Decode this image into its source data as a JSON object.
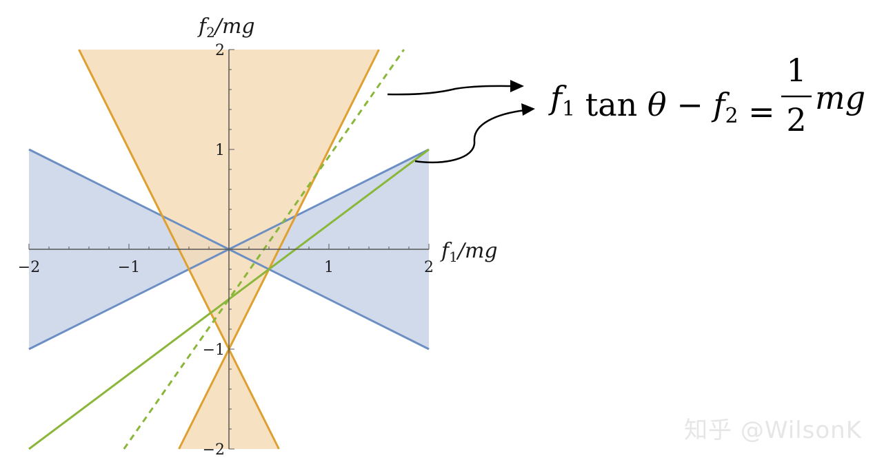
{
  "chart_data": {
    "type": "area",
    "xlim": [
      -2,
      2
    ],
    "ylim": [
      -2,
      2
    ],
    "xticks": [
      -2,
      -1,
      1,
      2
    ],
    "yticks": [
      -2,
      -1,
      1,
      2
    ],
    "xtick_labels": [
      "−2",
      "−1",
      "1",
      "2"
    ],
    "ytick_labels": [
      "−2",
      "−1",
      "1",
      "2"
    ],
    "xlabel": {
      "f": "f",
      "sub": "1",
      "rest": "/mg"
    },
    "ylabel": {
      "f": "f",
      "sub": "2",
      "rest": "/mg"
    },
    "regions": [
      {
        "id": "blue",
        "color": "#c9d4e8",
        "edge": "#6b8ec3",
        "polygons": [
          [
            [
              -2,
              1
            ],
            [
              0,
              0
            ],
            [
              -2,
              -1
            ]
          ],
          [
            [
              2,
              1
            ],
            [
              0,
              0
            ],
            [
              2,
              -1
            ]
          ]
        ]
      },
      {
        "id": "orange",
        "color": "#f5dcb8",
        "edge": "#e0a030",
        "polygons": [
          [
            [
              -1.5,
              2
            ],
            [
              1.5,
              2
            ],
            [
              0,
              -1
            ]
          ],
          [
            [
              -0.5,
              -2
            ],
            [
              0.5,
              -2
            ],
            [
              0,
              -1
            ]
          ]
        ]
      }
    ],
    "series": [
      {
        "id": "blue-edge-1",
        "color": "#6b8ec3",
        "style": "solid",
        "x": [
          -2,
          2
        ],
        "y": [
          1,
          -1
        ]
      },
      {
        "id": "blue-edge-2",
        "color": "#6b8ec3",
        "style": "solid",
        "x": [
          -2,
          2
        ],
        "y": [
          -1,
          1
        ]
      },
      {
        "id": "orange-edge-1",
        "color": "#e0a030",
        "style": "solid",
        "x": [
          -1.5,
          0.5
        ],
        "y": [
          2,
          -2
        ]
      },
      {
        "id": "orange-edge-2",
        "color": "#e0a030",
        "style": "solid",
        "x": [
          -0.5,
          1.5
        ],
        "y": [
          -2,
          2
        ]
      },
      {
        "id": "green-line",
        "color": "#8ab63a",
        "style": "solid",
        "x": [
          -2,
          2
        ],
        "y": [
          -2,
          1
        ]
      },
      {
        "id": "green-dashed",
        "color": "#8ab63a",
        "style": "dashed",
        "x": [
          -1.05,
          1.75
        ],
        "y": [
          -2,
          2
        ]
      }
    ],
    "equation": {
      "parts": [
        {
          "text": "f",
          "italic": true
        },
        {
          "text": "1",
          "sub": true
        },
        {
          "text": " tan ",
          "italic": false
        },
        {
          "text": "θ",
          "italic": true
        },
        {
          "text": " − ",
          "italic": false
        },
        {
          "text": "f",
          "italic": true
        },
        {
          "text": "2",
          "sub": true
        },
        {
          "text": " = ",
          "italic": false
        }
      ],
      "frac_num": "1",
      "frac_den": "2",
      "tail": "mg"
    },
    "colors": {
      "axis": "#555555",
      "arrow": "#000000"
    }
  },
  "watermark": "知乎 @WilsonK"
}
